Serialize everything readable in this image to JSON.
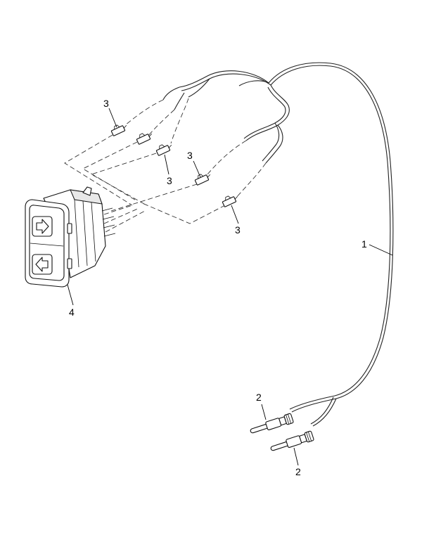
{
  "callouts": {
    "harness": "1",
    "pin_upper": "2",
    "pin_lower": "2",
    "terminal_a": "3",
    "terminal_b": "3",
    "terminal_c": "3",
    "terminal_d": "3",
    "switch": "4"
  },
  "colors": {
    "line": "#222222",
    "background": "#ffffff"
  }
}
